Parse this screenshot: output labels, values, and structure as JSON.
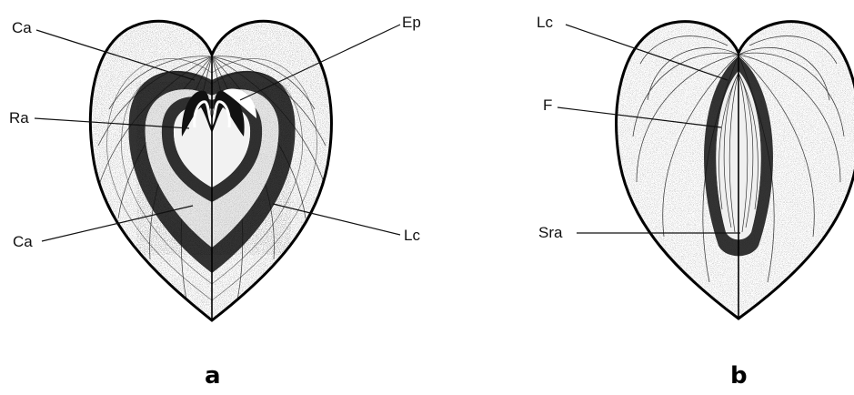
{
  "panels": [
    {
      "letter": "a",
      "labels": {
        "ca_top": "Ca",
        "ep": "Ep",
        "ra": "Ra",
        "ca_bottom": "Ca",
        "lc": "Lc"
      }
    },
    {
      "letter": "b",
      "labels": {
        "lc": "Lc",
        "f": "F",
        "sra": "Sra"
      }
    }
  ],
  "colors": {
    "ink": "#111111",
    "background": "#ffffff"
  }
}
